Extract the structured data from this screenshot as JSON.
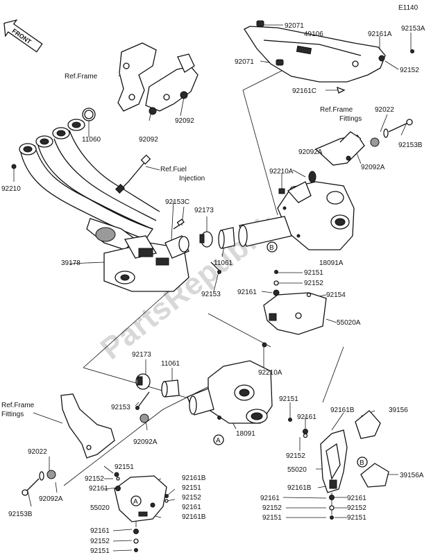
{
  "diagram_code": "E1140",
  "front_label": "FRONT",
  "watermark": "PartsRepublik",
  "refs": {
    "frame": "Ref.Frame",
    "fuel_injection_1": "Ref.Fuel",
    "fuel_injection_2": "Injection",
    "frame_fittings_top_1": "Ref.Frame",
    "frame_fittings_top_2": "Fittings",
    "frame_fittings_left_1": "Ref.Frame",
    "frame_fittings_left_2": "Fittings"
  },
  "callouts": {
    "a1": "A",
    "a2": "A",
    "b1": "B",
    "b2": "B"
  },
  "labels": {
    "p92071a": "92071",
    "p49106": "49106",
    "p92161a_top": "92161A",
    "p92153a": "92153A",
    "p92071b": "92071",
    "p92152_top": "92152",
    "p92161c": "92161C",
    "p92022_top": "92022",
    "p92153b_top": "92153B",
    "p92092a_1": "92092A",
    "p92092a_2": "92092A",
    "p92210a_1": "92210A",
    "p11060": "11060",
    "p92092_1": "92092",
    "p92092_2": "92092",
    "p92210": "92210",
    "p92153c": "92153C",
    "p92173_top": "92173",
    "p11061_top": "11061",
    "p18091a": "18091A",
    "p39178": "39178",
    "p92153_mid": "92153",
    "p92151_m1": "92151",
    "p92152_m1": "92152",
    "p92161_m1": "92161",
    "p92154": "92154",
    "p55020a": "55020A",
    "p92210a_2": "92210A",
    "p92173_bot": "92173",
    "p11061_bot": "11061",
    "p92153_bot": "92153",
    "p92092a_3": "92092A",
    "p18091": "18091",
    "p92022_bot": "92022",
    "p92092a_4": "92092A",
    "p92153b_bot": "92153B",
    "p92151_l1": "92151",
    "p92152_l1": "92152",
    "p92161_l1": "92161",
    "p55020_l": "55020",
    "p92161_l2": "92161",
    "p92152_l2": "92152",
    "p92151_l2": "92151",
    "p92161b_l1": "92161B",
    "p92151_l3": "92151",
    "p92152_l3": "92152",
    "p92161_l3": "92161",
    "p92161b_l2": "92161B",
    "p92151_r1": "92151",
    "p92161_r1": "92161",
    "p92152_r1": "92152",
    "p92161b_r1": "92161B",
    "p39156": "39156",
    "p39156a": "39156A",
    "p55020_r": "55020",
    "p92161b_r2": "92161B",
    "p92161_r2": "92161",
    "p92161_r3": "92161",
    "p92152_r2": "92152",
    "p92152_r3": "92152",
    "p92151_r2": "92151",
    "p92151_r3": "92151"
  }
}
